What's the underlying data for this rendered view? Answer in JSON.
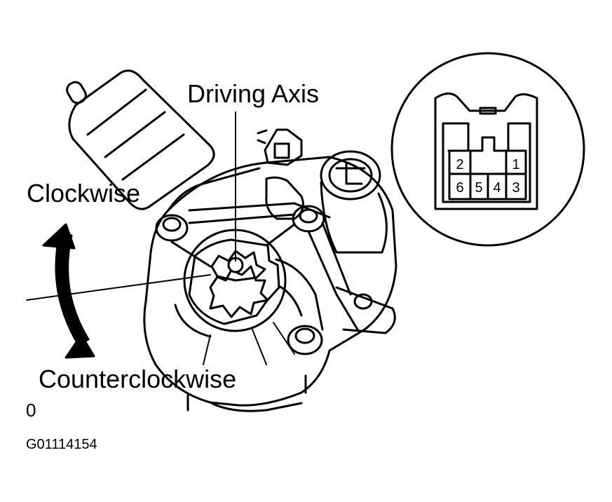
{
  "labels": {
    "driving_axis": "Driving Axis",
    "clockwise": "Clockwise",
    "counterclockwise": "Counterclockwise",
    "zero_mark": "0",
    "figure_code": "G01114154"
  },
  "connector": {
    "top_row": [
      "2",
      "1"
    ],
    "bottom_row": [
      "6",
      "5",
      "4",
      "3"
    ]
  },
  "colors": {
    "ink": "#000000",
    "paper": "#ffffff"
  }
}
